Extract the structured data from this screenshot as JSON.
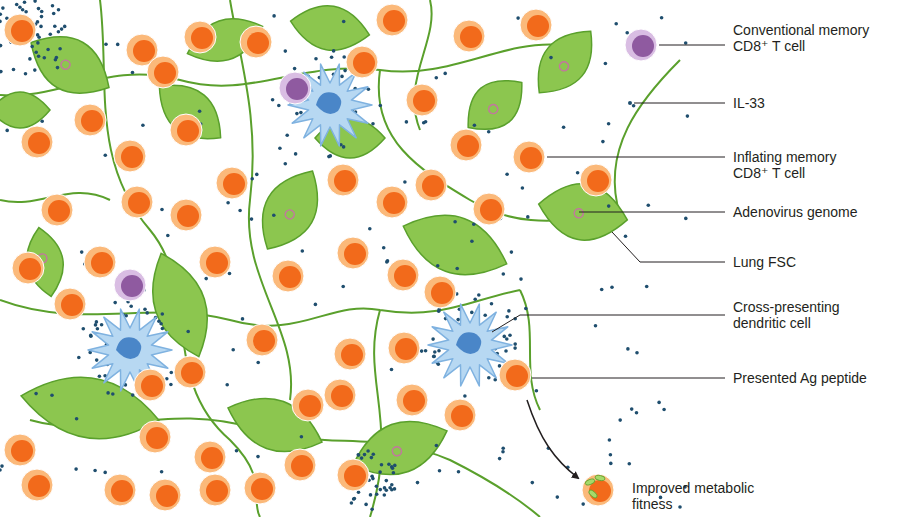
{
  "diagram": {
    "labels": [
      "Conventional memory CD8⁺ T cell",
      "IL-33",
      "Inflating memory CD8⁺ T cell",
      "Adenovirus genome",
      "Lung FSC",
      "Cross-presenting dendritic cell",
      "Presented Ag peptide",
      "Improved metabolic fitness"
    ]
  }
}
